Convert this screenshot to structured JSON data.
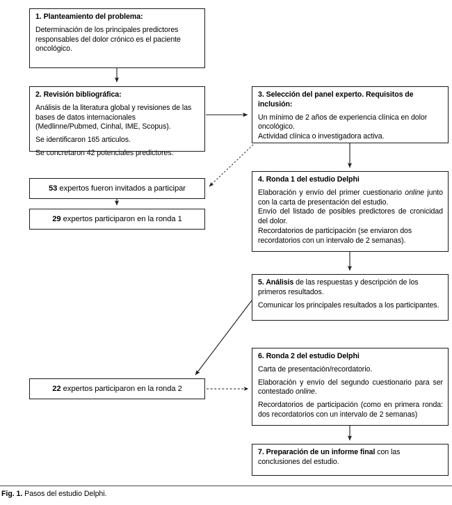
{
  "figure": {
    "caption_label": "Fig. 1.",
    "caption_text": "Pasos del estudio Delphi."
  },
  "boxes": {
    "box1": {
      "heading": "1. Planteamiento del problema:",
      "body": "Determinación de los principales predictores responsables del dolor crónico es el paciente oncológico."
    },
    "box2": {
      "heading": "2. Revisión bibliográfica:",
      "line1": "Análisis de la literatura global y revisiones de las bases de datos internacionales (Medlinne/Pubmed, Cinhal, IME, Scopus).",
      "line2": "Se identificaron 165 articulos.",
      "line3": "Se concretaron 42 potenciales predictores."
    },
    "box3": {
      "heading": "3. Selección del panel experto. Requisitos de inclusión:",
      "line1": "Un mínimo de 2 años de experiencia clínica en dolor oncológico.",
      "line2": "Actividad clínica o investigadora activa."
    },
    "box53": {
      "number": "53",
      "text": "expertos fueron invitados a participar"
    },
    "box29": {
      "number": "29",
      "text": "expertos participaron en la ronda 1"
    },
    "box4": {
      "heading": "4. Ronda 1 del estudio Delphi",
      "line1_a": "Elaboración y envío del primer cuestionario ",
      "line1_em": "online",
      "line1_b": " junto con la carta de presentación del estudio.",
      "line2": "Envío del listado de posibles predictores de cronicidad del dolor.",
      "line3": "Recordatorios de participación (se enviaron dos recordatorios con un intervalo de 2 semanas)."
    },
    "box5": {
      "heading_num": "5. ",
      "heading_bold": "Análisis",
      "heading_rest": " de las respuestas y descripción de los primeros resultados.",
      "line2": "Comunicar los principales resultados a los participantes."
    },
    "box22": {
      "number": "22",
      "text": "expertos participaron en la ronda 2"
    },
    "box6": {
      "heading": "6. Ronda 2 del estudio Delphi",
      "line1": "Carta de presentación/recordatorio.",
      "line2_a": "Elaboración y envío del segundo cuestionario para ser contestado ",
      "line2_em": "online",
      "line2_b": ".",
      "line3": "Recordatorios de participación (como en primera ronda: dos recordatorios con un intervalo de 2 semanas)"
    },
    "box7": {
      "heading_num": "7. ",
      "heading_bold": "Preparación de un informe final",
      "heading_rest": " con las conclusiones del estudio."
    }
  },
  "connectors": [
    {
      "name": "box1-to-box2",
      "style": "solid"
    },
    {
      "name": "box2-to-box3",
      "style": "solid"
    },
    {
      "name": "box3-to-box53",
      "style": "dotted"
    },
    {
      "name": "box3-to-box4",
      "style": "solid"
    },
    {
      "name": "box53-to-box29",
      "style": "solid"
    },
    {
      "name": "box4-to-box5",
      "style": "solid"
    },
    {
      "name": "box5-to-box22",
      "style": "solid"
    },
    {
      "name": "box22-to-box6",
      "style": "dashed"
    },
    {
      "name": "box6-to-box7",
      "style": "solid"
    }
  ],
  "colors": {
    "stroke": "#1a1a1a",
    "background": "#ffffff",
    "text": "#000000"
  }
}
